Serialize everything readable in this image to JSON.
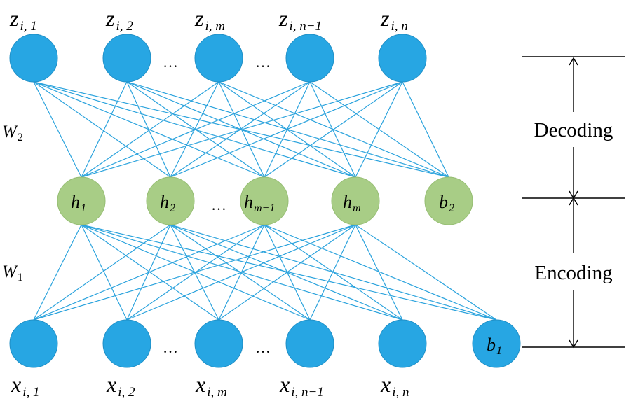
{
  "output_layer": {
    "labels": [
      {
        "base": "z",
        "sub": "i, 1"
      },
      {
        "base": "z",
        "sub": "i, 2"
      },
      {
        "base": "z",
        "sub": "i, m"
      },
      {
        "base": "z",
        "sub": "i, n−1"
      },
      {
        "base": "z",
        "sub": "i, n"
      }
    ]
  },
  "hidden_layer": {
    "nodes": [
      {
        "base": "h",
        "sub": "1"
      },
      {
        "base": "h",
        "sub": "2"
      },
      {
        "base": "h",
        "sub": "m−1"
      },
      {
        "base": "h",
        "sub": "m"
      }
    ],
    "bias": {
      "base": "b",
      "sub": "2"
    }
  },
  "input_layer": {
    "labels": [
      {
        "base": "x",
        "sub": "i, 1"
      },
      {
        "base": "x",
        "sub": "i, 2"
      },
      {
        "base": "x",
        "sub": "i, m"
      },
      {
        "base": "x",
        "sub": "i, n−1"
      },
      {
        "base": "x",
        "sub": "i, n"
      }
    ],
    "bias": {
      "base": "b",
      "sub": "1"
    }
  },
  "weights": {
    "decoder": {
      "base": "W",
      "sub": "2"
    },
    "encoder": {
      "base": "W",
      "sub": "1"
    }
  },
  "ellipsis": "…",
  "phases": {
    "decoding": "Decoding",
    "encoding": "Encoding"
  },
  "colors": {
    "io_node": "#27a6e3",
    "hidden_node": "#a8cd86",
    "edge": "#2ba3dd"
  }
}
